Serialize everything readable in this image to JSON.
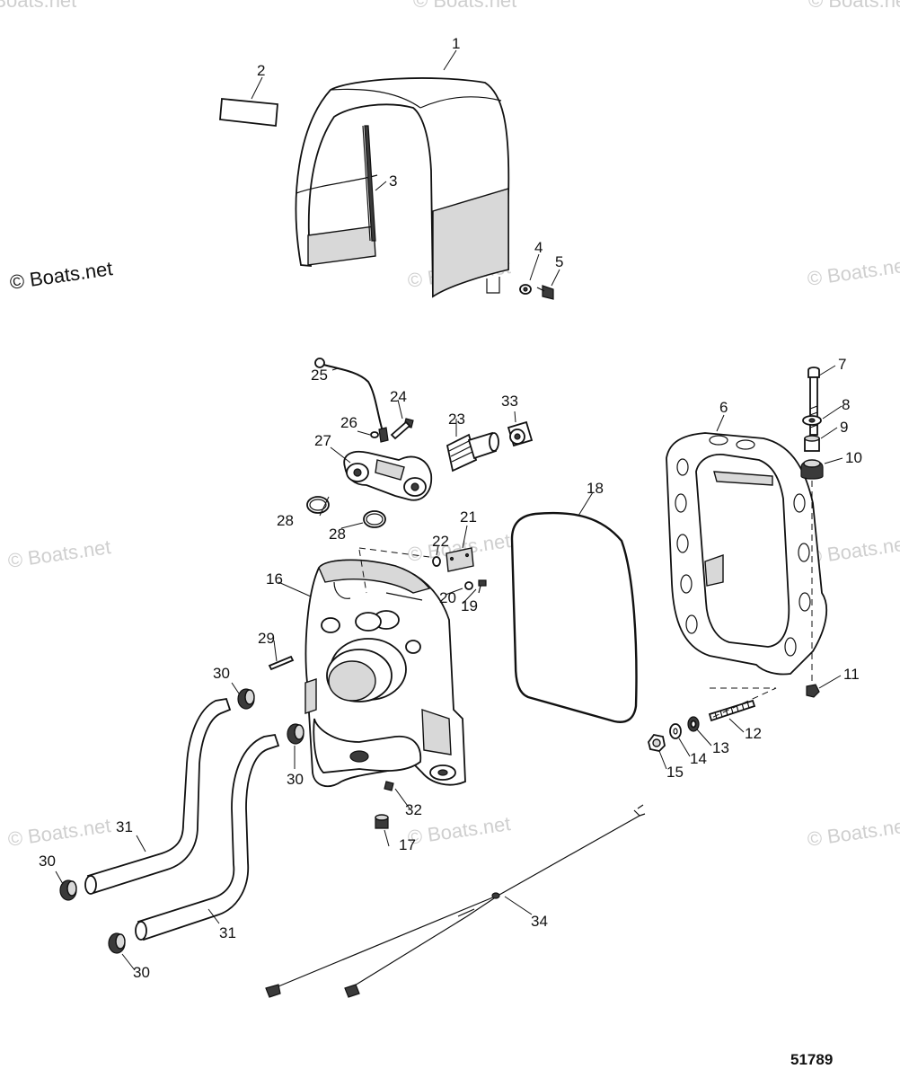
{
  "watermark_copyright": "© Boats.net",
  "watermark_faint": "© Boats.net",
  "figure_number": "51789",
  "callouts": {
    "c1": "1",
    "c2": "2",
    "c3": "3",
    "c4": "4",
    "c5": "5",
    "c6": "6",
    "c7": "7",
    "c8": "8",
    "c9": "9",
    "c10": "10",
    "c11": "11",
    "c12": "12",
    "c13": "13",
    "c14": "14",
    "c15": "15",
    "c16": "16",
    "c17": "17",
    "c18": "18",
    "c19": "19",
    "c20": "20",
    "c21": "21",
    "c22": "22",
    "c23": "23",
    "c24": "24",
    "c25": "25",
    "c26": "26",
    "c27": "27",
    "c28a": "28",
    "c28b": "28",
    "c29": "29",
    "c30a": "30",
    "c30b": "30",
    "c30c": "30",
    "c30d": "30",
    "c31a": "31",
    "c31b": "31",
    "c32": "32",
    "c33": "33",
    "c34": "34"
  }
}
